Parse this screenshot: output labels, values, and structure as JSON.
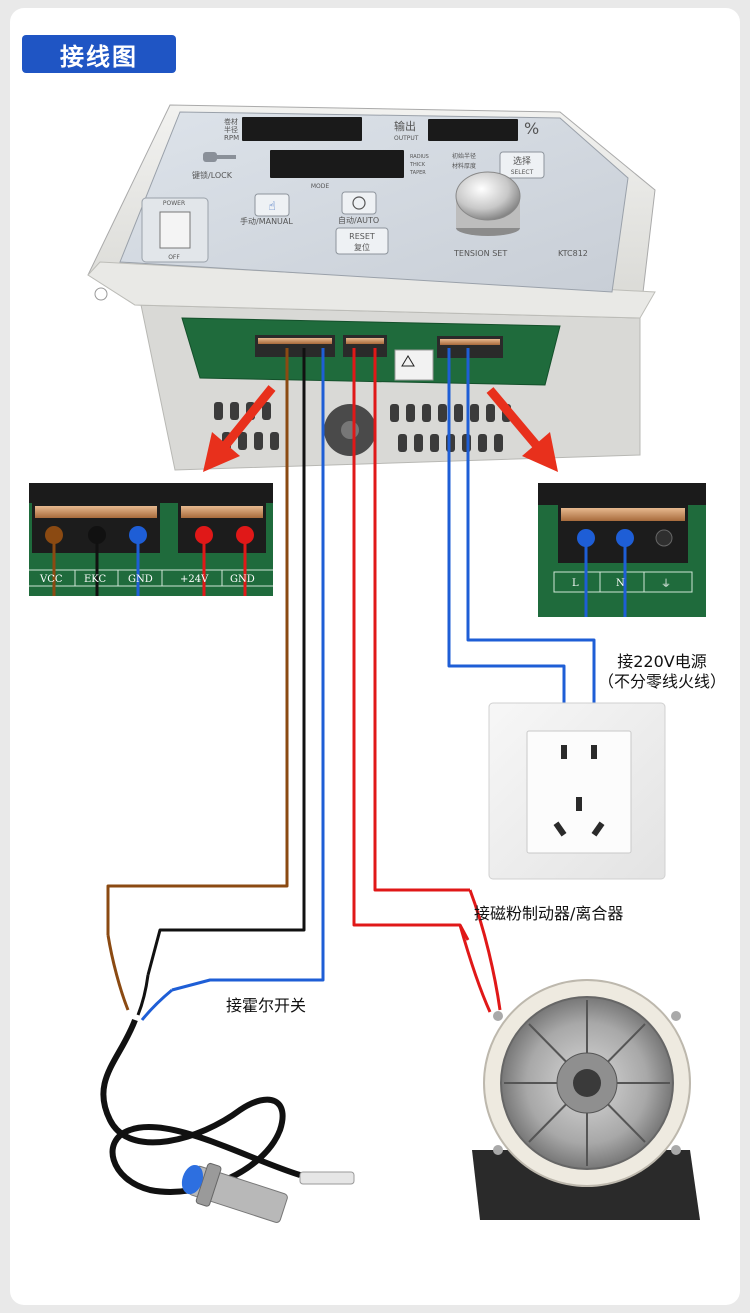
{
  "title": "接线图",
  "controller": {
    "labels": {
      "rpm_top": "卷材",
      "rpm_mid": "半径",
      "rpm_en": "RPM",
      "output_cn": "输出",
      "output_en": "OUTPUT",
      "percent": "%",
      "lock": "键锁/LOCK",
      "power": "POWER",
      "off": "OFF",
      "mode": "MODE",
      "manual": "手动/MANUAL",
      "auto": "自动/AUTO",
      "reset_en": "RESET",
      "reset_cn": "复位",
      "radius": "RADIUS",
      "thick": "THICK",
      "taper": "TAPER",
      "radius_cn": "初始半径",
      "thick_cn": "材料厚度",
      "select_cn": "选择",
      "select_en": "SELECT",
      "tension_set": "TENSION SET",
      "model": "KTC812"
    }
  },
  "left_terminal": {
    "labels": [
      "VCC",
      "EKC",
      "GND",
      "+24V",
      "GND"
    ]
  },
  "right_terminal": {
    "labels": [
      "L",
      "N",
      "⏚"
    ]
  },
  "annotations": {
    "power_line1": "接220V电源",
    "power_line2": "（不分零线火线）",
    "brake": "接磁粉制动器/离合器",
    "hall": "接霍尔开关"
  },
  "colors": {
    "title_bg": "#1f55c4",
    "wire_brown": "#8b4a12",
    "wire_black": "#111111",
    "wire_blue": "#1e5ed6",
    "wire_red": "#e01818",
    "arrow_red": "#e8301c",
    "pcb_green": "#1f6b3c"
  }
}
